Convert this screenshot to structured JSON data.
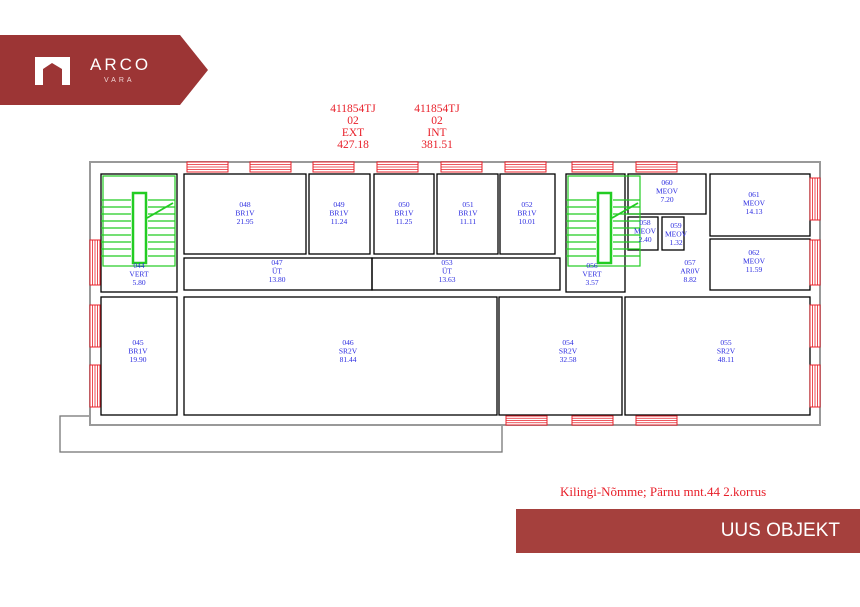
{
  "logo": {
    "name": "ARCO",
    "sub": "VARA"
  },
  "tags": [
    {
      "code": "411854TJ",
      "floor": "02",
      "type": "EXT",
      "area": "427.18"
    },
    {
      "code": "411854TJ",
      "floor": "02",
      "type": "INT",
      "area": "381.51"
    }
  ],
  "rooms": [
    {
      "id": "044",
      "type": "VERT",
      "area": "5.80"
    },
    {
      "id": "048",
      "type": "BR1V",
      "area": "21.95"
    },
    {
      "id": "049",
      "type": "BR1V",
      "area": "11.24"
    },
    {
      "id": "050",
      "type": "BR1V",
      "area": "11.25"
    },
    {
      "id": "051",
      "type": "BR1V",
      "area": "11.11"
    },
    {
      "id": "052",
      "type": "BR1V",
      "area": "10.01"
    },
    {
      "id": "056",
      "type": "VERT",
      "area": "3.57"
    },
    {
      "id": "060",
      "type": "MEOV",
      "area": "7.20"
    },
    {
      "id": "061",
      "type": "MEOV",
      "area": "14.13"
    },
    {
      "id": "058",
      "type": "MEOV",
      "area": "2.40"
    },
    {
      "id": "059",
      "type": "MEOV",
      "area": "1.32"
    },
    {
      "id": "057",
      "type": "AR0V",
      "area": "8.82"
    },
    {
      "id": "062",
      "type": "MEOV",
      "area": "11.59"
    },
    {
      "id": "047",
      "type": "ÜT",
      "area": "13.80"
    },
    {
      "id": "053",
      "type": "ÜT",
      "area": "13.63"
    },
    {
      "id": "045",
      "type": "BR1V",
      "area": "19.90"
    },
    {
      "id": "046",
      "type": "SR2V",
      "area": "81.44"
    },
    {
      "id": "054",
      "type": "SR2V",
      "area": "32.58"
    },
    {
      "id": "055",
      "type": "SR2V",
      "area": "48.11"
    }
  ],
  "address": "Kilingi-Nõmme; Pärnu mnt.44  2.korrus",
  "banner": "UUS OBJEKT",
  "colors": {
    "brand": "#a5403d",
    "window": "#e8202a",
    "stairs": "#22cc22",
    "label": "#2a2ae0"
  }
}
